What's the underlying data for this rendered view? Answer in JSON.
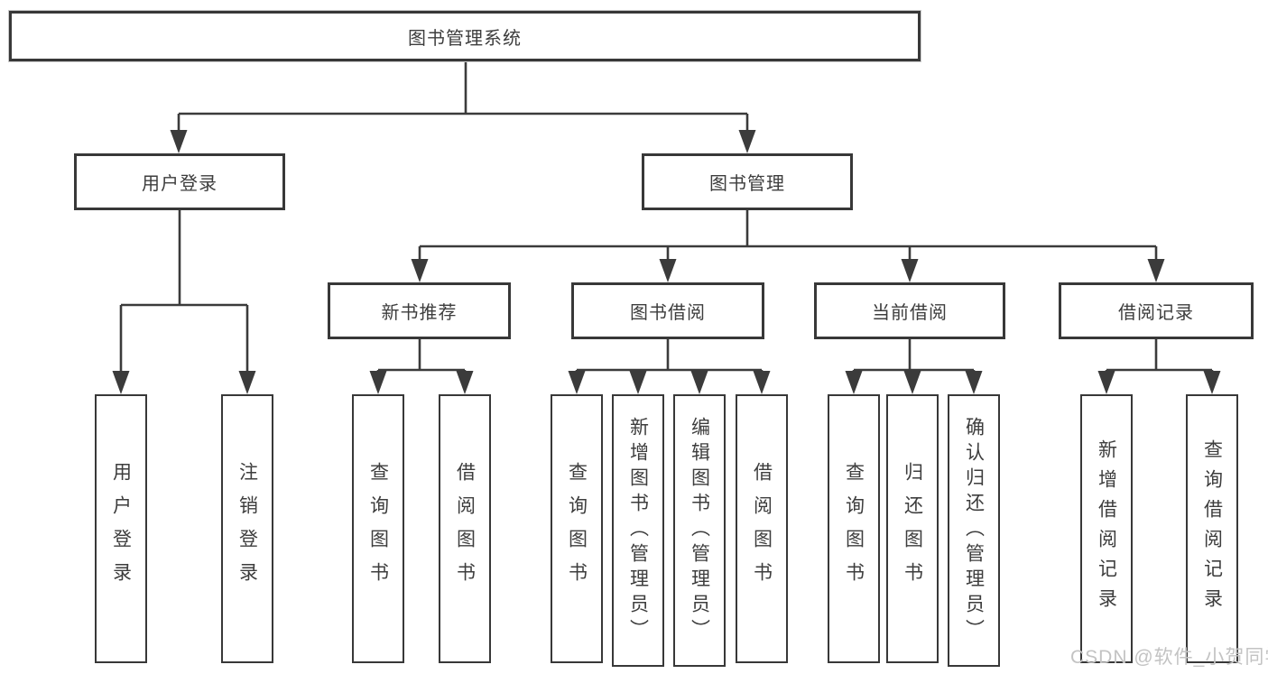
{
  "diagram": {
    "tree": {
      "label": "图书管理系统",
      "children": [
        {
          "label": "用户登录",
          "children": [
            {
              "label": "用户登录"
            },
            {
              "label": "注销登录"
            }
          ]
        },
        {
          "label": "图书管理",
          "children": [
            {
              "label": "新书推荐",
              "children": [
                {
                  "label": "查询图书"
                },
                {
                  "label": "借阅图书"
                }
              ]
            },
            {
              "label": "图书借阅",
              "children": [
                {
                  "label": "查询图书"
                },
                {
                  "label": "新增图书（管理员）"
                },
                {
                  "label": "编辑图书（管理员）"
                },
                {
                  "label": "借阅图书"
                }
              ]
            },
            {
              "label": "当前借阅",
              "children": [
                {
                  "label": "查询图书"
                },
                {
                  "label": "归还图书"
                },
                {
                  "label": "确认归还（管理员）"
                }
              ]
            },
            {
              "label": "借阅记录",
              "children": [
                {
                  "label": "新增借阅记录"
                },
                {
                  "label": "查询借阅记录"
                }
              ]
            }
          ]
        }
      ]
    },
    "watermark": {
      "text": "CSDN @软件_小贺同学"
    },
    "colors": {
      "line": "#3b3b3b",
      "box_border": "#383838",
      "text": "#3d3d3d",
      "watermark": "#c3c3c3",
      "background": "#ffffff"
    }
  }
}
